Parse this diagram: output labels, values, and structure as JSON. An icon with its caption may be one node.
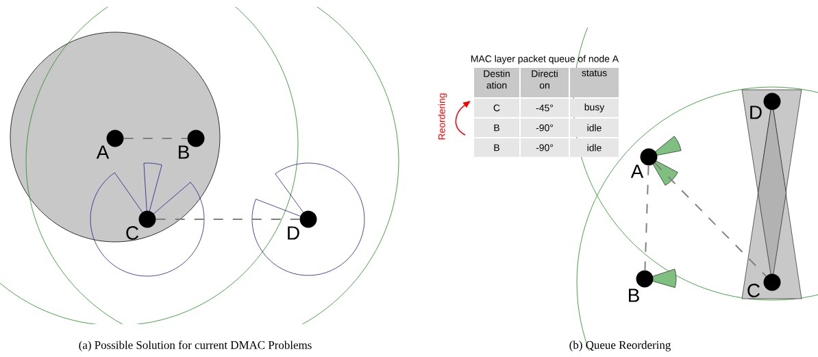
{
  "diagram": {
    "nodes": [
      {
        "text": [],
        "shape": "circle",
        "beside": [
          "A"
        ]
      },
      {
        "text": [],
        "shape": "circle",
        "beside": [
          "B"
        ]
      },
      {
        "text": [],
        "shape": "circle",
        "beside": [
          "C"
        ]
      },
      {
        "text": [],
        "shape": "circle",
        "beside": [
          "D"
        ]
      },
      {
        "text": [],
        "shape": "circle",
        "beside": [
          "A"
        ]
      },
      {
        "text": [],
        "shape": "circle",
        "beside": [
          "B"
        ]
      },
      {
        "text": [],
        "shape": "circle",
        "beside": [
          "C"
        ]
      },
      {
        "text": [],
        "shape": "circle",
        "beside": [
          "D"
        ]
      }
    ],
    "edges": [
      {
        "from": 0,
        "to": 1,
        "arrow": "none",
        "style": "dashed"
      },
      {
        "from": 2,
        "to": 3,
        "arrow": "none",
        "style": "dashed"
      },
      {
        "from": 4,
        "to": 5,
        "arrow": "none",
        "style": "dashed"
      },
      {
        "from": 4,
        "to": 6,
        "arrow": "none",
        "style": "dashed"
      }
    ],
    "labels": [
      "MAC layer packet queue of node A",
      "Destin ation",
      "Directi on",
      "status",
      "C",
      "-45°",
      "busy",
      "B",
      "-90°",
      "idle",
      "B",
      "-90°",
      "idle",
      "Reordering",
      "(a) Possible Solution for current DMAC Problems",
      "(b) Queue Reordering"
    ]
  }
}
